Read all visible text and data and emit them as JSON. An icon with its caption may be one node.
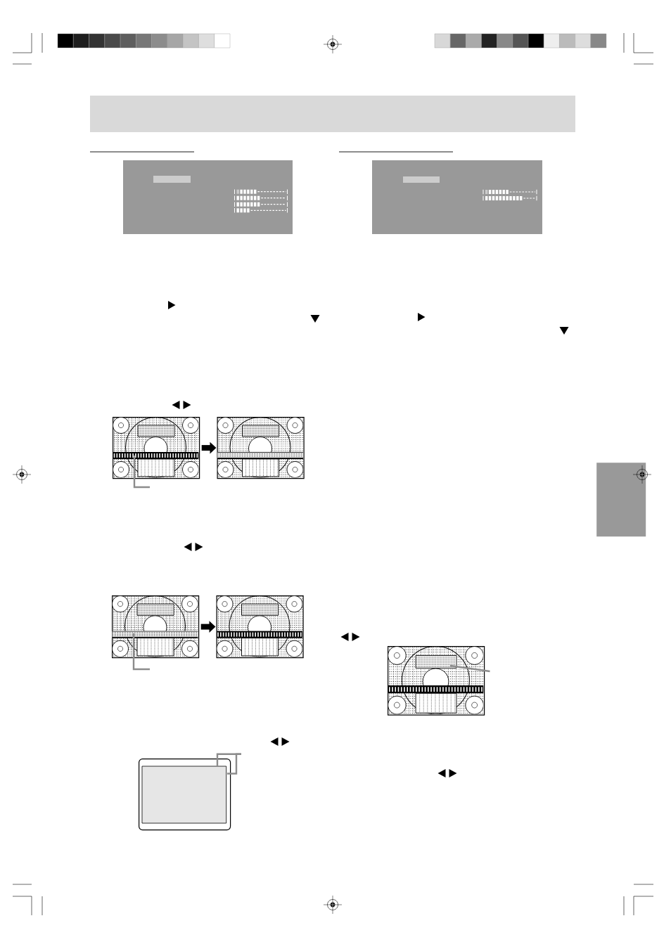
{
  "diagram": {
    "nodes": [
      {
        "text": [],
        "shape": "picture"
      },
      {
        "text": [],
        "shape": "picture"
      },
      {
        "text": [],
        "shape": "picture"
      },
      {
        "text": [],
        "shape": "picture"
      },
      {
        "text": [],
        "shape": "picture"
      },
      {
        "text": [],
        "shape": "picture"
      },
      {
        "text": [],
        "shape": "box"
      }
    ],
    "edges": [
      {
        "from": 0,
        "to": 1,
        "arrow": "to",
        "style": "thick",
        "color": "#000000"
      },
      {
        "from": null,
        "to": 0,
        "arrow": "none"
      },
      {
        "from": 2,
        "to": 3,
        "arrow": "to",
        "style": "thick",
        "color": "#000000"
      },
      {
        "from": null,
        "to": 2,
        "arrow": "none"
      },
      {
        "from": null,
        "to": 4,
        "arrow": "none"
      },
      {
        "from": null,
        "to": 5,
        "arrow": "none"
      },
      {
        "from": null,
        "to": 5,
        "arrow": "none"
      }
    ]
  }
}
